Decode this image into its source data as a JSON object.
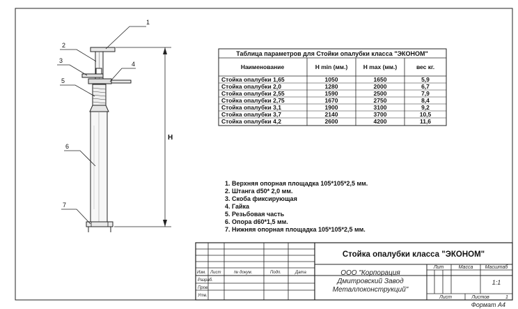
{
  "drawing": {
    "callouts": [
      "1",
      "2",
      "3",
      "4",
      "5",
      "6",
      "7"
    ],
    "dimension_label": "H"
  },
  "param_table": {
    "title": "Таблица параметров для Стойки опалубки класса \"ЭКОНОМ\"",
    "headers": [
      "Наименование",
      "H min (мм.)",
      "H max (мм.)",
      "вес кг."
    ],
    "rows": [
      [
        "Стойка опалубки 1,65",
        "1050",
        "1650",
        "5,9"
      ],
      [
        "Стойка опалубки 2,0",
        "1280",
        "2000",
        "6,7"
      ],
      [
        "Стойка опалубки 2,55",
        "1590",
        "2500",
        "7,9"
      ],
      [
        "Стойка опалубки 2,75",
        "1670",
        "2750",
        "8,4"
      ],
      [
        "Стойка опалубки 3,1",
        "1900",
        "3100",
        "9,2"
      ],
      [
        "Стойка опалубки 3,7",
        "2140",
        "3700",
        "10,5"
      ],
      [
        "Стойка опалубки 4,2",
        "2600",
        "4200",
        "11,6"
      ]
    ]
  },
  "parts_list": [
    "1. Верхняя опорная площадка 105*105*2,5 мм.",
    "2. Штанга d50* 2,0 мм.",
    "3. Скоба фиксирующая",
    "4. Гайка",
    "5. Резьбовая часть",
    "6. Опора d60*1,5 мм.",
    "7. Нижняя опорная площадка 105*105*2,5 мм."
  ],
  "title_block": {
    "product_title": "Стойка опалубки класса \"ЭКОНОМ\"",
    "header_labels": [
      "Изм.",
      "Лист",
      "№ докум.",
      "Подп.",
      "Дата"
    ],
    "row_labels": [
      "Разраб.",
      "Пров.",
      "Утв."
    ],
    "company": [
      "ООО \"Корпорация",
      "Дмитровский Завод",
      "Металлоконструкций\""
    ],
    "lit_label": "Лит",
    "mass_label": "Масса",
    "scale_label": "Масштаб",
    "scale_value": "1:1",
    "sheet_label": "Лист",
    "sheets_label": "Листов",
    "sheets_value": "1",
    "format": "Формат А4"
  }
}
